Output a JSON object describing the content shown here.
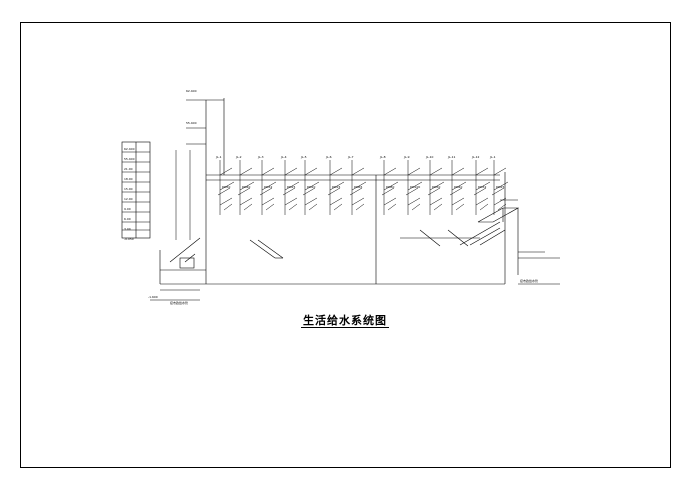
{
  "drawing": {
    "title": "生活给水系统图"
  },
  "labels": {
    "level_marks": [
      "62.400",
      "55.400",
      "21.00",
      "18.00",
      "15.00",
      "12.00",
      "9.00",
      "6.00",
      "3.00",
      "-0.050",
      "-1.600"
    ],
    "pipe_tags": [
      "JL-1",
      "JL-2",
      "JL-3",
      "JL-4",
      "JL-5",
      "JL-6",
      "JL-7",
      "JL-8",
      "JL-9",
      "JL-10",
      "JL-11",
      "JL-12"
    ],
    "size_tags": [
      "DN50",
      "DN40",
      "DN32",
      "DN25",
      "DN20",
      "DN15",
      "DN65",
      "DN80",
      "DN100"
    ],
    "note_left": "接市政给水管",
    "note_right": "接市政给水管"
  },
  "colors": {
    "line": "#000000",
    "background": "#ffffff"
  }
}
